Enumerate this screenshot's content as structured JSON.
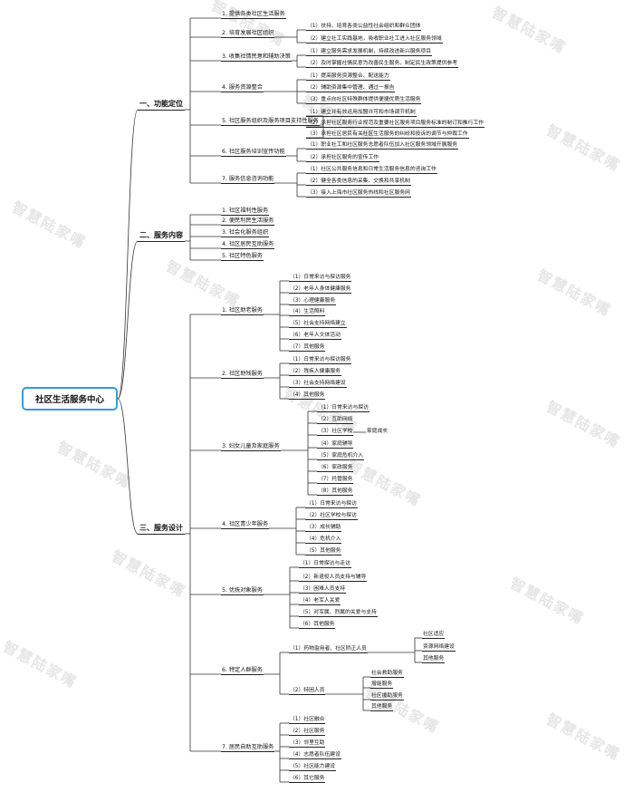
{
  "root": {
    "label": "社区生活服务中心"
  },
  "watermark": "智慧陆家嘴",
  "branches": [
    {
      "label": "一、功能定位",
      "children": [
        {
          "label": "1. 提供各类社区生活服务",
          "children": []
        },
        {
          "label": "2. 培育发展社区组织",
          "children": [
            {
              "label": "（1）扶持、培育各类公益性社会组织和群众团体",
              "children": []
            },
            {
              "label": "（2）建立社工实践基地，吸收职业社工进入社区服务领域",
              "children": []
            }
          ]
        },
        {
          "label": "3. 收集社情民意和辅助决策",
          "children": [
            {
              "label": "（1）建立服务需求发展机制，持续改进新兴服务项目",
              "children": []
            },
            {
              "label": "（2）及时掌握社情民意为改善民生服务、制定民生政策提供参考",
              "children": []
            }
          ]
        },
        {
          "label": "4. 服务资源整合",
          "children": [
            {
              "label": "（1）提高服务资源整合、配送能力",
              "children": []
            },
            {
              "label": "（2）辅助资源集中管理、通过一报告",
              "children": []
            },
            {
              "label": "（3）重点向社区特殊群体提供便捷优质生活服务",
              "children": []
            }
          ]
        },
        {
          "label": "5. 社区服务组织及服务项目支持性服务",
          "children": [
            {
              "label": "（1）建立并有效运用加盟许可和市场调节机制",
              "children": []
            },
            {
              "label": "（2）承担社区服务行业规范及重要社区服务项目服务标准的制订和推行工作",
              "children": []
            },
            {
              "label": "（3）承担社区居民有关社区生活服务的纠纷和投诉的调节与仲裁工作",
              "children": []
            }
          ]
        },
        {
          "label": "6. 社区服务培训宣传功能",
          "children": [
            {
              "label": "（1）职业社工和社区服务志愿者队伍加入社区服务领域开展服务",
              "children": []
            },
            {
              "label": "（2）承担社区服务的宣传工作",
              "children": []
            }
          ]
        },
        {
          "label": "7. 服务信息咨询功能",
          "children": [
            {
              "label": "（1）社区公共服务信息和日常生活服务信息的咨询工作",
              "children": []
            },
            {
              "label": "（2）健全各类信息的采集、交换和共享机制",
              "children": []
            },
            {
              "label": "（3）接入上海市社区服务热线和社区服务网",
              "children": []
            }
          ]
        }
      ]
    },
    {
      "label": "二、服务内容",
      "children": [
        {
          "label": "1. 社区福利性服务",
          "children": []
        },
        {
          "label": "2. 便民利民生活服务",
          "children": []
        },
        {
          "label": "3. 社会化服务组织",
          "children": []
        },
        {
          "label": "4. 社区居民互助服务",
          "children": []
        },
        {
          "label": "5. 社区特色服务",
          "children": []
        }
      ]
    },
    {
      "label": "三、服务设计",
      "children": [
        {
          "label": "1. 社区助老服务",
          "children": [
            {
              "label": "（1）日常来访与探访服务",
              "children": []
            },
            {
              "label": "（2）老年人身体健康服务",
              "children": []
            },
            {
              "label": "（3）心理健康服务",
              "children": []
            },
            {
              "label": "（4）生活照料",
              "children": []
            },
            {
              "label": "（5）社会支持网络建立",
              "children": []
            },
            {
              "label": "（6）老年人文体活动",
              "children": []
            },
            {
              "label": "（7）其他服务",
              "children": []
            }
          ]
        },
        {
          "label": "2. 社区助残服务",
          "children": [
            {
              "label": "（1）日常来访与探访服务",
              "children": []
            },
            {
              "label": "（2）残疾人健康服务",
              "children": []
            },
            {
              "label": "（3）社会支持网络建设",
              "children": []
            },
            {
              "label": "（4）其他服务",
              "children": []
            }
          ]
        },
        {
          "label": "3. 妇女儿童及家庭服务",
          "children": [
            {
              "label": "（1）日常来访与探访",
              "children": []
            },
            {
              "label": "（2）互助网络",
              "children": []
            },
            {
              "label": "（3）社区学校",
              "children": [
                {
                  "label": "家庭成长",
                  "children": []
                }
              ]
            },
            {
              "label": "（4）家庭辅导",
              "children": []
            },
            {
              "label": "（5）家庭危机介入",
              "children": []
            },
            {
              "label": "（6）家政服务",
              "children": []
            },
            {
              "label": "（7）托管服务",
              "children": []
            },
            {
              "label": "（8）其他服务",
              "children": []
            }
          ]
        },
        {
          "label": "4. 社区青少年服务",
          "children": [
            {
              "label": "（1）日常来访与探访",
              "children": []
            },
            {
              "label": "（2）社区学校与探访",
              "children": []
            },
            {
              "label": "（3）成长辅助",
              "children": []
            },
            {
              "label": "（4）危机介入",
              "children": []
            },
            {
              "label": "（5）其他服务",
              "children": []
            }
          ]
        },
        {
          "label": "5. 优抚对象服务",
          "children": [
            {
              "label": "（1）日常探访与走访",
              "children": []
            },
            {
              "label": "（2）新退役人员支持与辅导",
              "children": []
            },
            {
              "label": "（3）困难人员支持",
              "children": []
            },
            {
              "label": "（4）老军人关爱",
              "children": []
            },
            {
              "label": "（5）对军属、烈属的关爱与支持",
              "children": []
            },
            {
              "label": "（6）其他服务",
              "children": []
            }
          ]
        },
        {
          "label": "6. 特定人群服务",
          "children": [
            {
              "label": "（1）药物滥用者、社区矫正人员",
              "children": [
                {
                  "label": "社区适应",
                  "children": []
                },
                {
                  "label": "资源网络建设",
                  "children": []
                },
                {
                  "label": "其他服务",
                  "children": []
                }
              ]
            },
            {
              "label": "（2）特困人员",
              "children": [
                {
                  "label": "社会救助服务",
                  "children": []
                },
                {
                  "label": "增能服务",
                  "children": []
                },
                {
                  "label": "社区援助服务",
                  "children": []
                },
                {
                  "label": "其他服务",
                  "children": []
                }
              ]
            }
          ]
        },
        {
          "label": "7. 居民自助互助服务",
          "children": [
            {
              "label": "（1）社区融合",
              "children": []
            },
            {
              "label": "（2）社区服务",
              "children": []
            },
            {
              "label": "（3）邻里互助",
              "children": []
            },
            {
              "label": "（4）志愿者队伍建设",
              "children": []
            },
            {
              "label": "（5）社区能力建设",
              "children": []
            },
            {
              "label": "（6）其它服务",
              "children": []
            }
          ]
        }
      ]
    }
  ]
}
